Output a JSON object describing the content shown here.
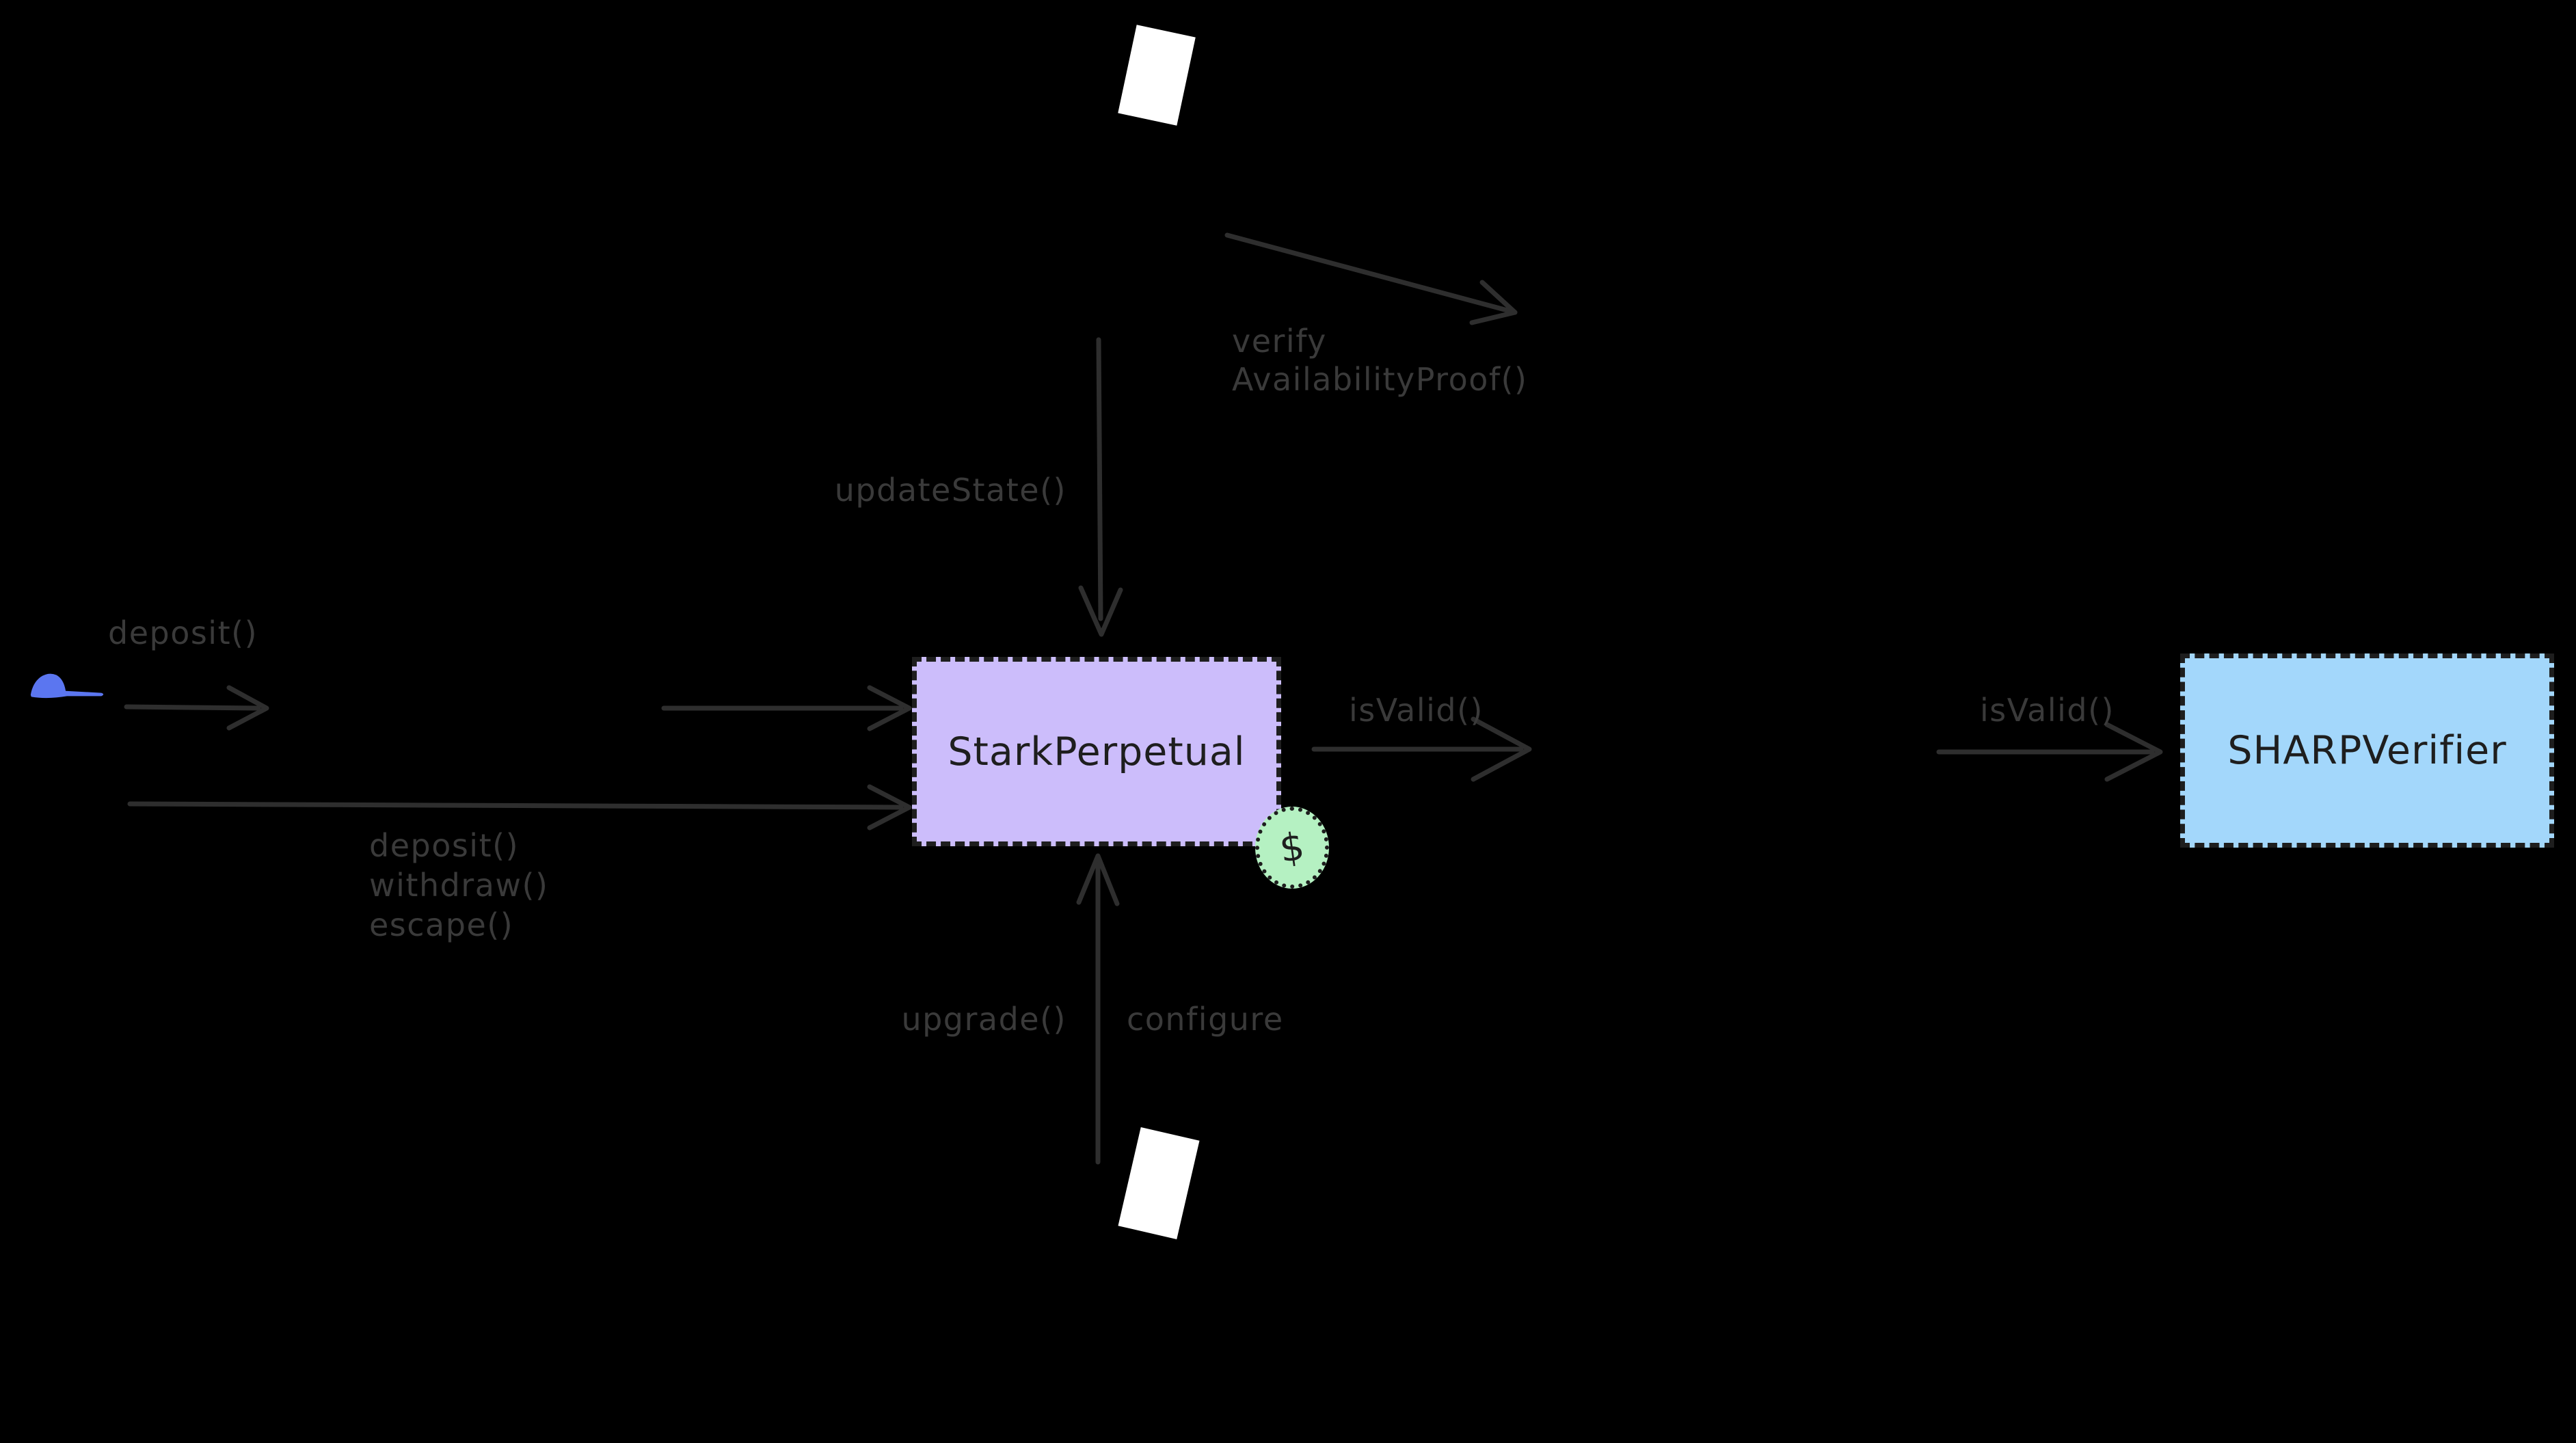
{
  "diagram": {
    "nodes": {
      "stark": {
        "label": "StarkPerpetual"
      },
      "sharp": {
        "label": "SHARPVerifier"
      },
      "badge": {
        "label": "$"
      }
    },
    "labels": {
      "verify1": "verify",
      "verify2": "AvailabilityProof()",
      "update_state": "updateState()",
      "deposit": "deposit()",
      "dwe1": "deposit()",
      "dwe2": "withdraw()",
      "dwe3": "escape()",
      "isvalid_left": "isValid()",
      "isvalid_right": "isValid()",
      "upgrade": "upgrade()",
      "configure": "configure"
    },
    "icons": {
      "top_document": "document-icon",
      "bottom_document": "document-icon",
      "user": "user-cap-icon",
      "money": "dollar-icon"
    }
  },
  "colors": {
    "canvas-bg": "#000000",
    "ink-gray": "#3a3a3a",
    "arrow-gray": "#2e2e2e",
    "ink-black": "#1e1e1e",
    "node-purple": "#ccbdfb",
    "node-blue": "#a3d7fb",
    "badge-green": "#b5f1c2",
    "cap-blue": "#5b76f0",
    "paper-white": "#ffffff"
  }
}
